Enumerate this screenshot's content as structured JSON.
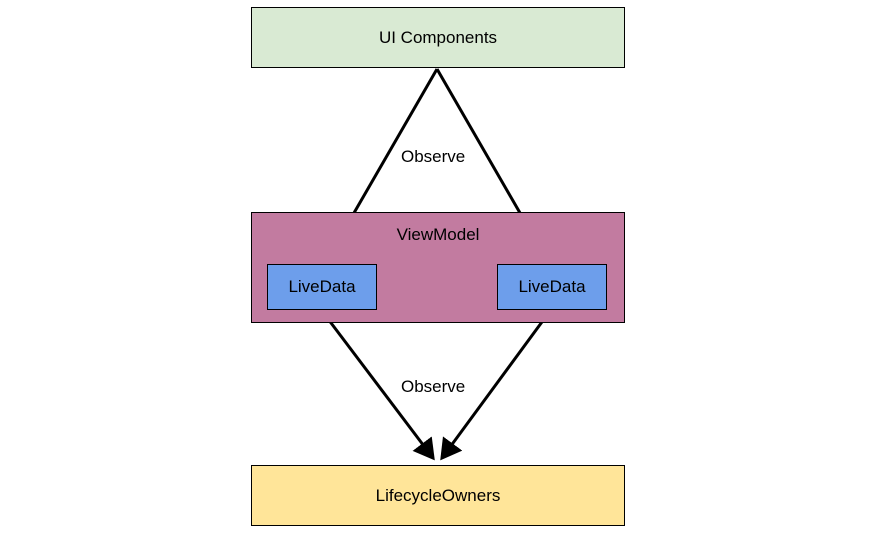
{
  "nodes": {
    "ui_components": {
      "label": "UI Components",
      "fill": "#d9ead3"
    },
    "view_model": {
      "label": "ViewModel",
      "fill": "#c27ba0"
    },
    "live_data_left": {
      "label": "LiveData",
      "fill": "#6d9eeb"
    },
    "live_data_right": {
      "label": "LiveData",
      "fill": "#6d9eeb"
    },
    "lifecycle_owners": {
      "label": "LifecycleOwners",
      "fill": "#ffe599"
    }
  },
  "edges": {
    "top_label": "Observe",
    "bottom_label": "Observe",
    "stroke": "#000000"
  }
}
